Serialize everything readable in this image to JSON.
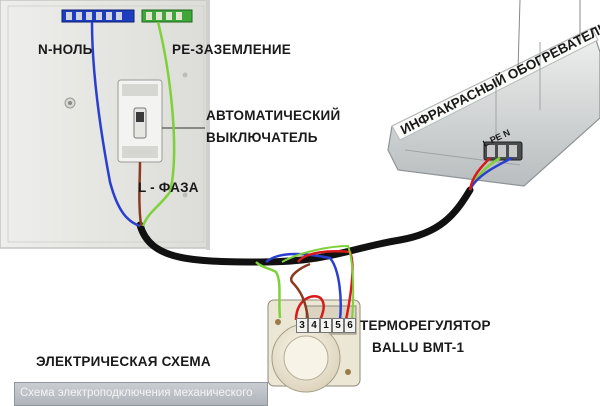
{
  "labels": {
    "neutral": "N-НОЛЬ",
    "earth": "PE-ЗАЗЕМЛЕНИЕ",
    "breaker_line1": "АВТОМАТИЧЕСКИЙ",
    "breaker_line2": "ВЫКЛЮЧАТЕЛЬ",
    "phase": "L - ФАЗА",
    "heater": "ИНФРАКРАСНЫЙ ОБОГРЕВАТЕЛЬ",
    "heater_terminals": "L PE N",
    "thermostat_line1": "ТЕРМОРЕГУЛЯТОР",
    "thermostat_line2": "BALLU BMT-1",
    "scheme": "ЭЛЕКТРИЧЕСКАЯ СХЕМА",
    "caption": "Схема электроподключения механического"
  },
  "thermostat_terminals": [
    "3",
    "4",
    "1",
    "5",
    "6"
  ],
  "wire_colors": {
    "neutral": "#2a3fd0",
    "earth": "#7ed13a",
    "phase": "#8a3a1e",
    "red": "#d81a1a",
    "cable": "#111111"
  }
}
